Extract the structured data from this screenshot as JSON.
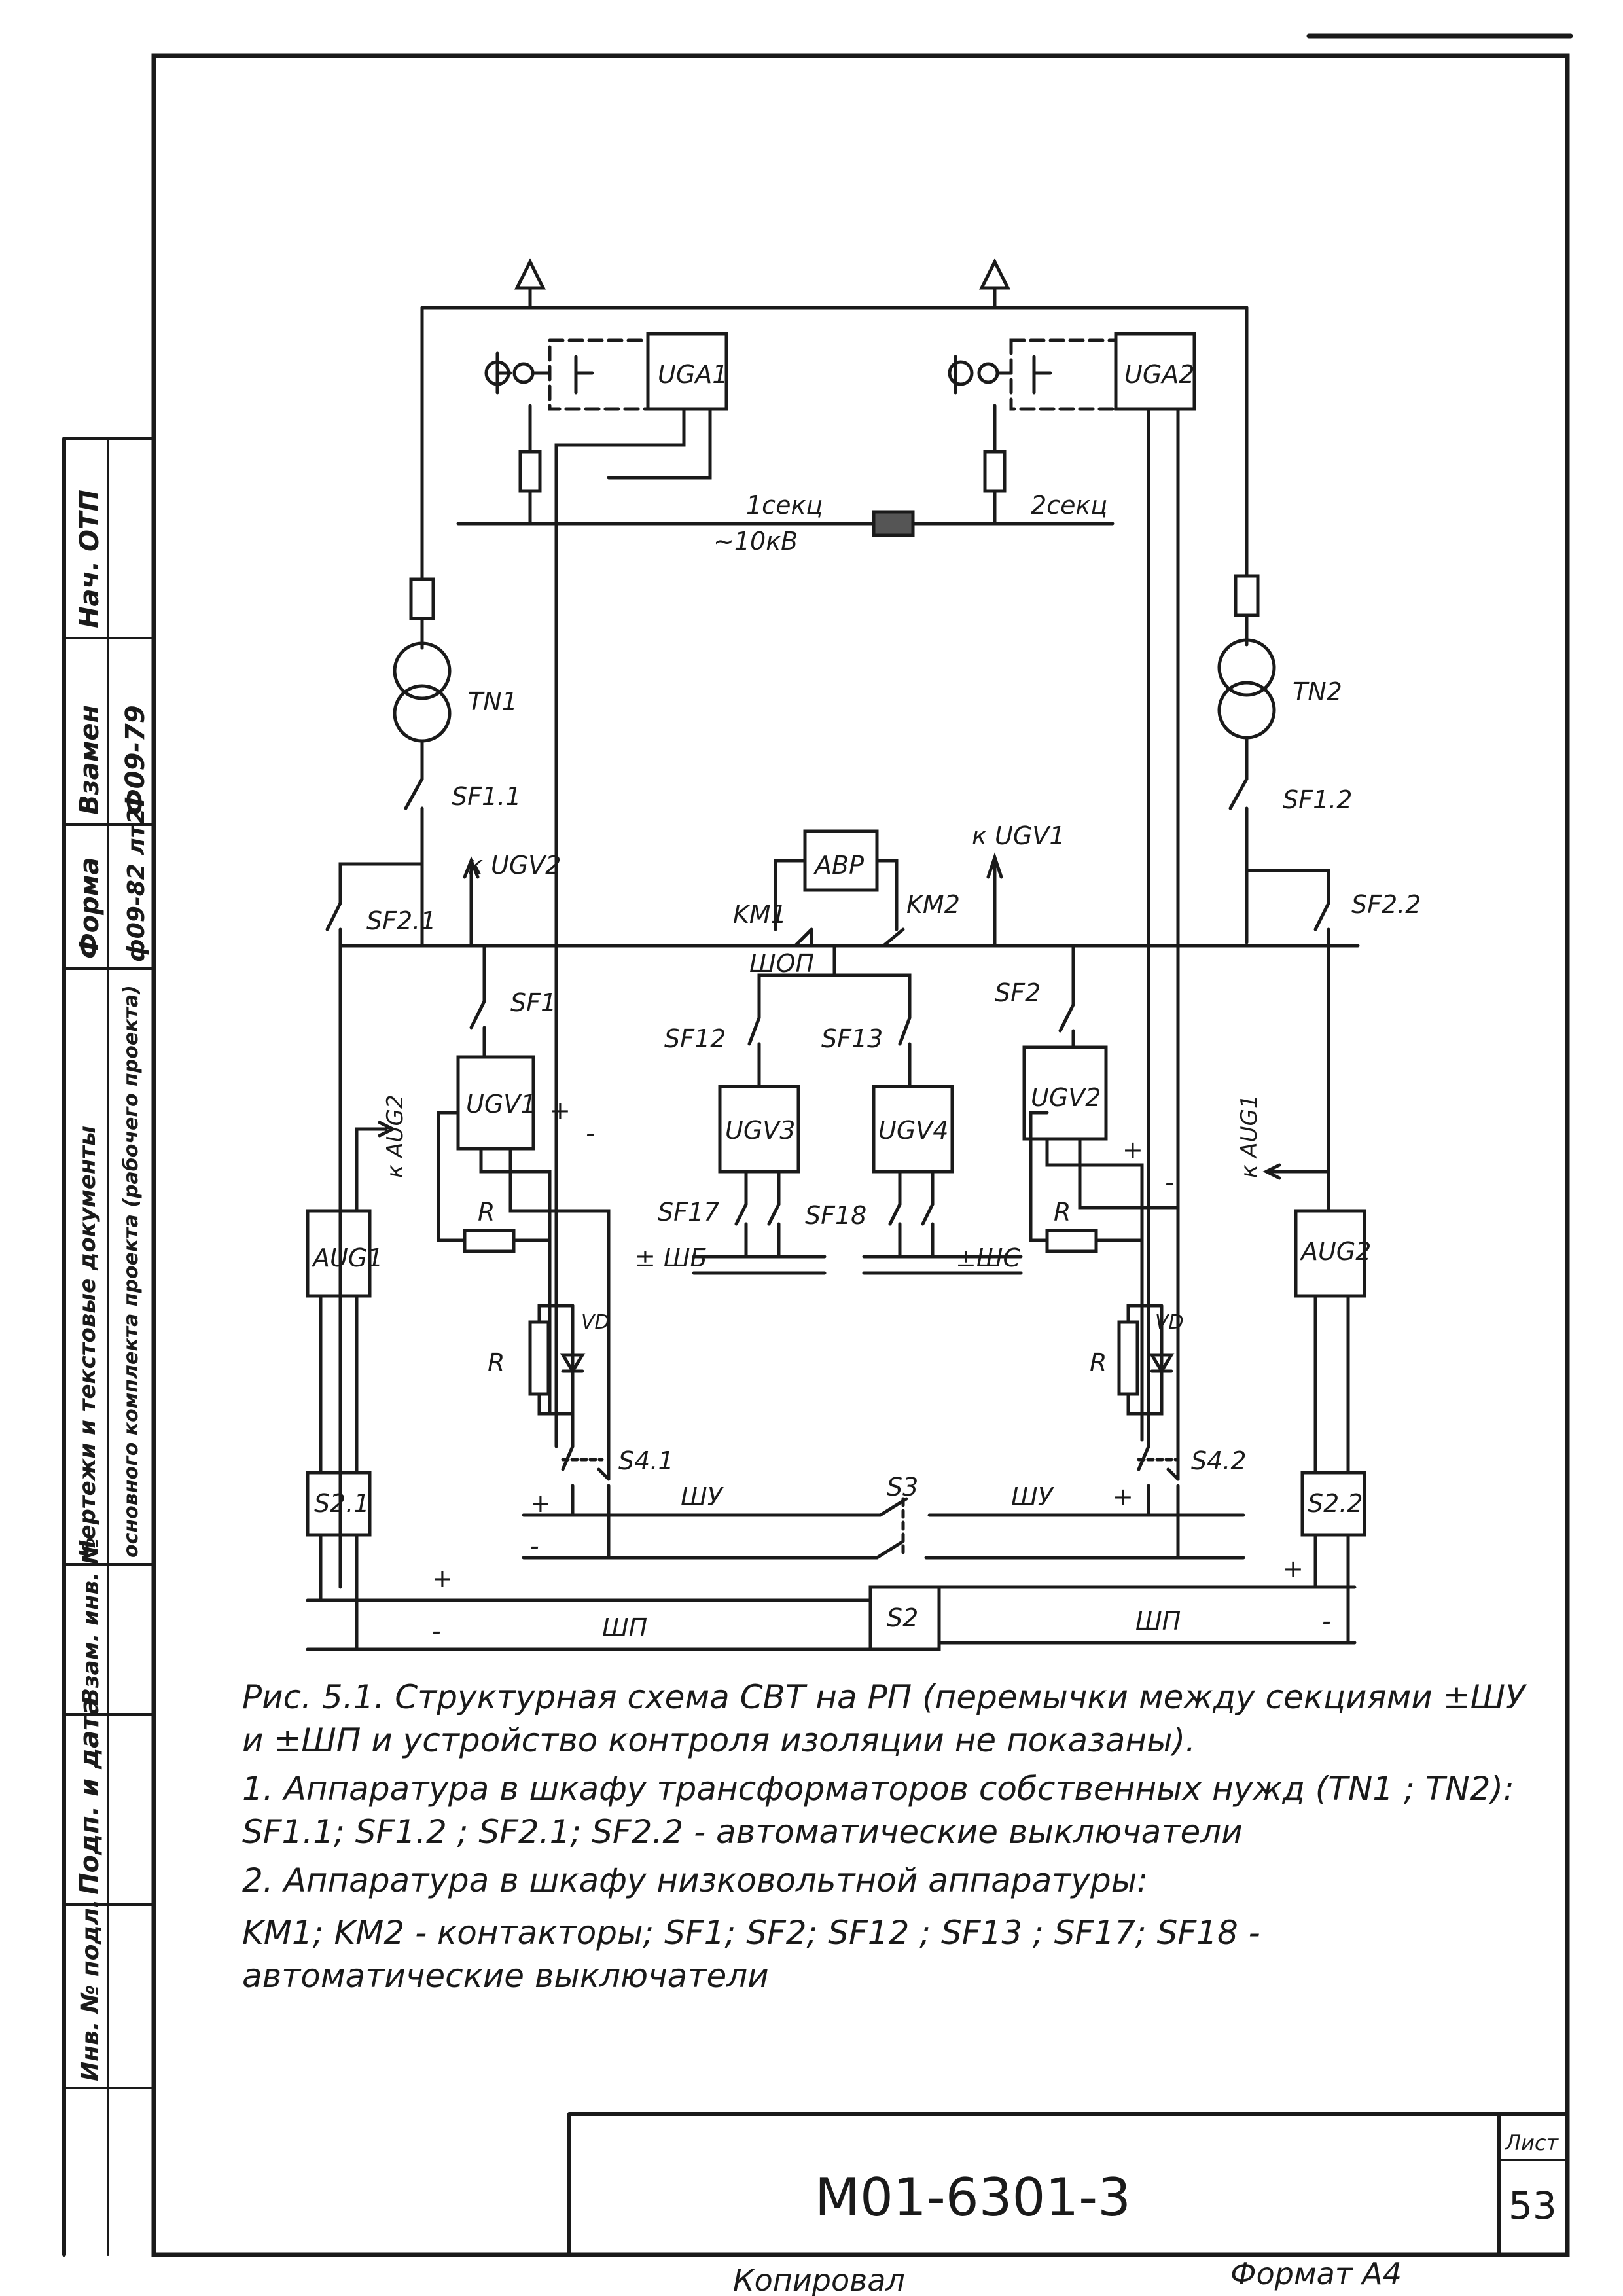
{
  "stamp_rows": [
    {
      "top": "Нач. ОТП",
      "bottom": ""
    },
    {
      "top": "Взамен",
      "bottom": "Ф09-79"
    },
    {
      "top": "Форма",
      "bottom": "ф09-82 лт2"
    },
    {
      "top": "Чертежи и текстовые документы",
      "bottom": "основного комплекта проекта (рабочего проекта)"
    },
    {
      "top": "Взам. инв. №",
      "bottom": ""
    },
    {
      "top": "Подп. и дата",
      "bottom": ""
    },
    {
      "top": "Инв. № подл.",
      "bottom": ""
    }
  ],
  "labels": {
    "uga1": "UGA1",
    "uga2": "UGA2",
    "sec1": "1секц",
    "sec2": "2секц",
    "voltage": "~10кВ",
    "tn1": "TN1",
    "tn2": "TN2",
    "sf11": "SF1.1",
    "sf12": "SF1.2",
    "sf21": "SF2.1",
    "sf22": "SF2.2",
    "k_ugv2": "к UGV2",
    "k_ugv1": "к UGV1",
    "abp": "АВР",
    "km1": "KM1",
    "km2": "KM2",
    "shop": "ШОП",
    "sf1": "SF1",
    "sf2": "SF2",
    "sf12b": "SF12",
    "sf13": "SF13",
    "ugv1": "UGV1",
    "ugv2": "UGV2",
    "ugv3": "UGV3",
    "ugv4": "UGV4",
    "k_aug2": "к AUG2",
    "k_aug1": "к AUG1",
    "aug1": "AUG1",
    "aug2": "AUG2",
    "sf17": "SF17",
    "sf18": "SF18",
    "shb": "± ШБ",
    "shc": "±ШС",
    "r_a": "R",
    "r_b": "R",
    "r_c": "R",
    "r_d": "R",
    "vd_a": "VD",
    "vd_b": "VD",
    "s41": "S4.1",
    "s42": "S4.2",
    "s3": "S3",
    "shu_a": "ШУ",
    "shu_b": "ШУ",
    "s21": "S2.1",
    "s22": "S2.2",
    "s2": "S2",
    "shp_a": "ШП",
    "shp_b": "ШП",
    "plus": "+",
    "minus": "-"
  },
  "caption": "Рис. 5.1. Структурная схема СВТ на РП (перемычки между секциями ±ШУ и ±ШП и устройство контроля изоляции не показаны).",
  "notes": [
    "1. Аппаратура в шкафу трансформаторов собственных нужд (TN1 ; TN2): SF1.1; SF1.2 ; SF2.1; SF2.2 - автоматические выключатели",
    "2. Аппаратура в шкафу низковольтной аппаратуры:",
    "KM1; KM2 - контакторы; SF1; SF2; SF12 ; SF13 ; SF17; SF18 - автоматические выключатели"
  ],
  "title_block": {
    "doc_number": "М01-6301-3",
    "sheet_label": "Лист",
    "sheet_number": "53"
  },
  "footer": {
    "copied": "Копировал",
    "format": "Формат А4"
  }
}
